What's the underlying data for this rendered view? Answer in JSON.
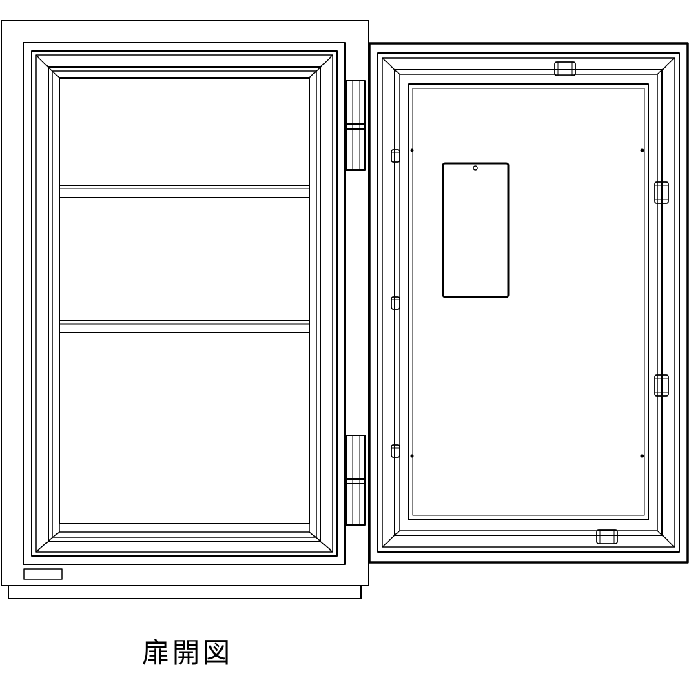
{
  "caption": "扉開図",
  "colors": {
    "line": "#000000",
    "fill": "#ffffff"
  },
  "icons": {
    "body": "safe-body",
    "door": "safe-door-open",
    "shelf": "shelf",
    "hinge": "hinge",
    "bolt": "locking-bolt",
    "nameplate": "nameplate",
    "panel": "inner-door-panel"
  }
}
